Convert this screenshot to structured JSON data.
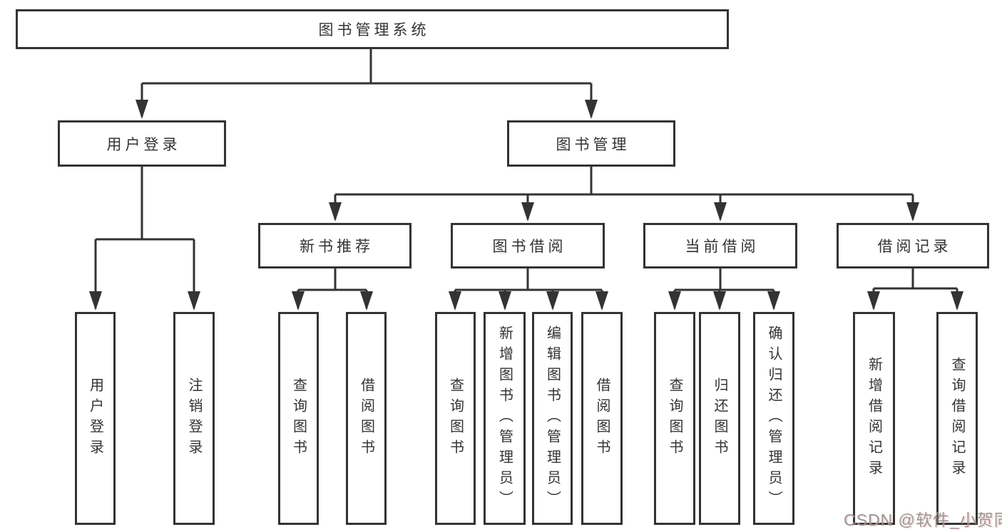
{
  "watermark": "CSDN @软件_小贺同学",
  "colors": {
    "line": "#333333",
    "box_border": "#333333",
    "text": "#333333",
    "watermark": "#989898"
  },
  "tree": {
    "root": {
      "label": "图书管理系统"
    },
    "user_login": {
      "label": "用户登录",
      "children": [
        "用户登录",
        "注销登录"
      ]
    },
    "book_mgmt": {
      "label": "图书管理",
      "new_books": {
        "label": "新书推荐",
        "children": [
          "查询图书",
          "借阅图书"
        ]
      },
      "borrowing": {
        "label": "图书借阅",
        "children": [
          "查询图书",
          "新增图书（管理员）",
          "编辑图书（管理员）",
          "借阅图书"
        ]
      },
      "current": {
        "label": "当前借阅",
        "children": [
          "查询图书",
          "归还图书",
          "确认归还（管理员）"
        ]
      },
      "records": {
        "label": "借阅记录",
        "children": [
          "新增借阅记录",
          "查询借阅记录"
        ]
      }
    }
  }
}
